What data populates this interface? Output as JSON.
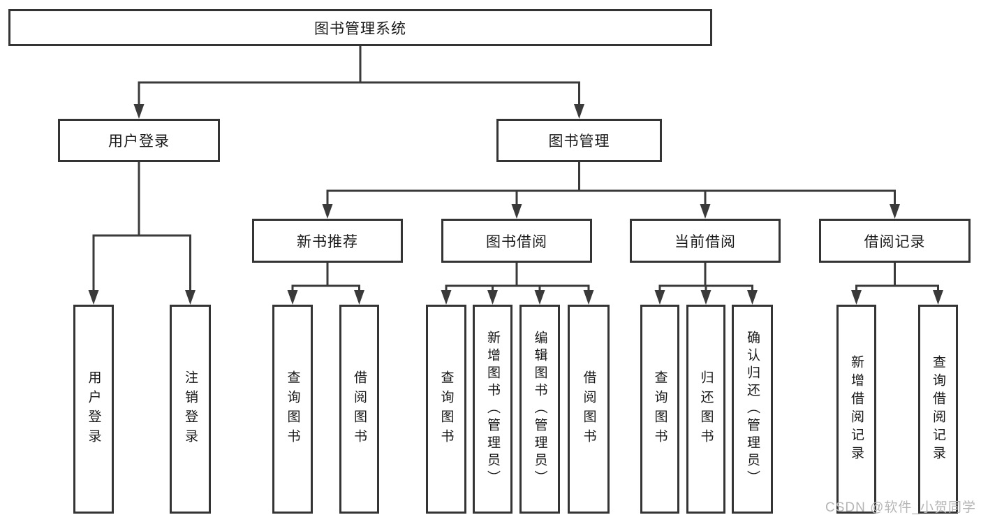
{
  "diagram": {
    "type": "org-tree",
    "watermark": "CSDN @软件_小贺同学",
    "colors": {
      "line": "#3a3a3a",
      "box_border": "#343434",
      "box_fill": "#ffffff",
      "text": "#181818",
      "watermark": "#b5b5b5"
    }
  },
  "tree": {
    "label": "图书管理系统",
    "children": [
      {
        "label": "用户登录",
        "children": [
          {
            "label": "用户登录"
          },
          {
            "label": "注销登录"
          }
        ]
      },
      {
        "label": "图书管理",
        "children": [
          {
            "label": "新书推荐",
            "children": [
              {
                "label": "查询图书"
              },
              {
                "label": "借阅图书"
              }
            ]
          },
          {
            "label": "图书借阅",
            "children": [
              {
                "label": "查询图书"
              },
              {
                "label": "新增图书（管理员）"
              },
              {
                "label": "编辑图书（管理员）"
              },
              {
                "label": "借阅图书"
              }
            ]
          },
          {
            "label": "当前借阅",
            "children": [
              {
                "label": "查询图书"
              },
              {
                "label": "归还图书"
              },
              {
                "label": "确认归还（管理员）"
              }
            ]
          },
          {
            "label": "借阅记录",
            "children": [
              {
                "label": "新增借阅记录"
              },
              {
                "label": "查询借阅记录"
              }
            ]
          }
        ]
      }
    ]
  }
}
